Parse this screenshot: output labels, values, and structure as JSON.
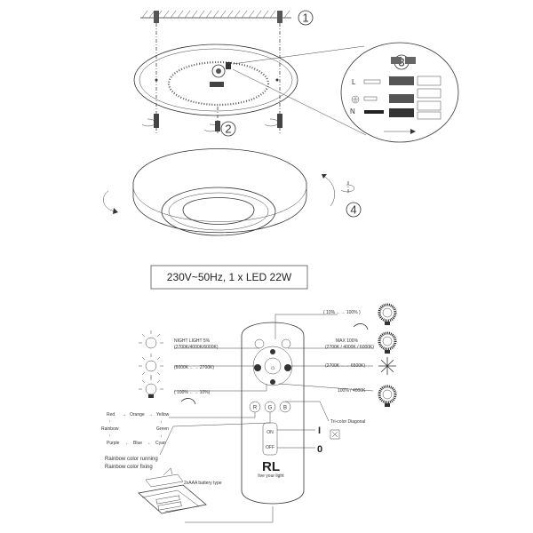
{
  "steps": {
    "s1": "1",
    "s2": "2",
    "s3": "3",
    "s4": "4"
  },
  "wiring": {
    "L": "L",
    "N": "N"
  },
  "spec_label": "230V~50Hz, 1 x LED  22W",
  "remote": {
    "night_light": "NIGHT LIGHT 5%",
    "night_light_cct": "(2700K/4000K/6000K)",
    "cct_range_left": "(6000K ←→ 2700K)",
    "dim_range_left": "( 100% ←→ 10%)",
    "dim_range_top": "( 10% ←→ 100% )",
    "max": "MAX 100%",
    "max_cct": "(2700K / 4000K / 6000K)",
    "cct_range_right": "(2700K ←→ 6500K)",
    "preset": "100% / 4000K",
    "tricolor": "Tri-color Diagonal",
    "btn_r": "R",
    "btn_g": "G",
    "btn_b": "B",
    "btn_on": "ON",
    "btn_off": "OFF",
    "on_symbol": "I",
    "off_symbol": "0",
    "brand": "RL",
    "brand_sub": "live your light"
  },
  "rainbow": {
    "red": "Red",
    "orange": "Orange",
    "yellow": "Yellow",
    "rainbow": "Rainbow",
    "green": "Green",
    "purple": "Purple",
    "blue": "Blue",
    "cyan": "Cyan",
    "running": "Rainbow color running",
    "fixing": "Rainbow color fixing"
  },
  "battery": "2xAAA battery type"
}
